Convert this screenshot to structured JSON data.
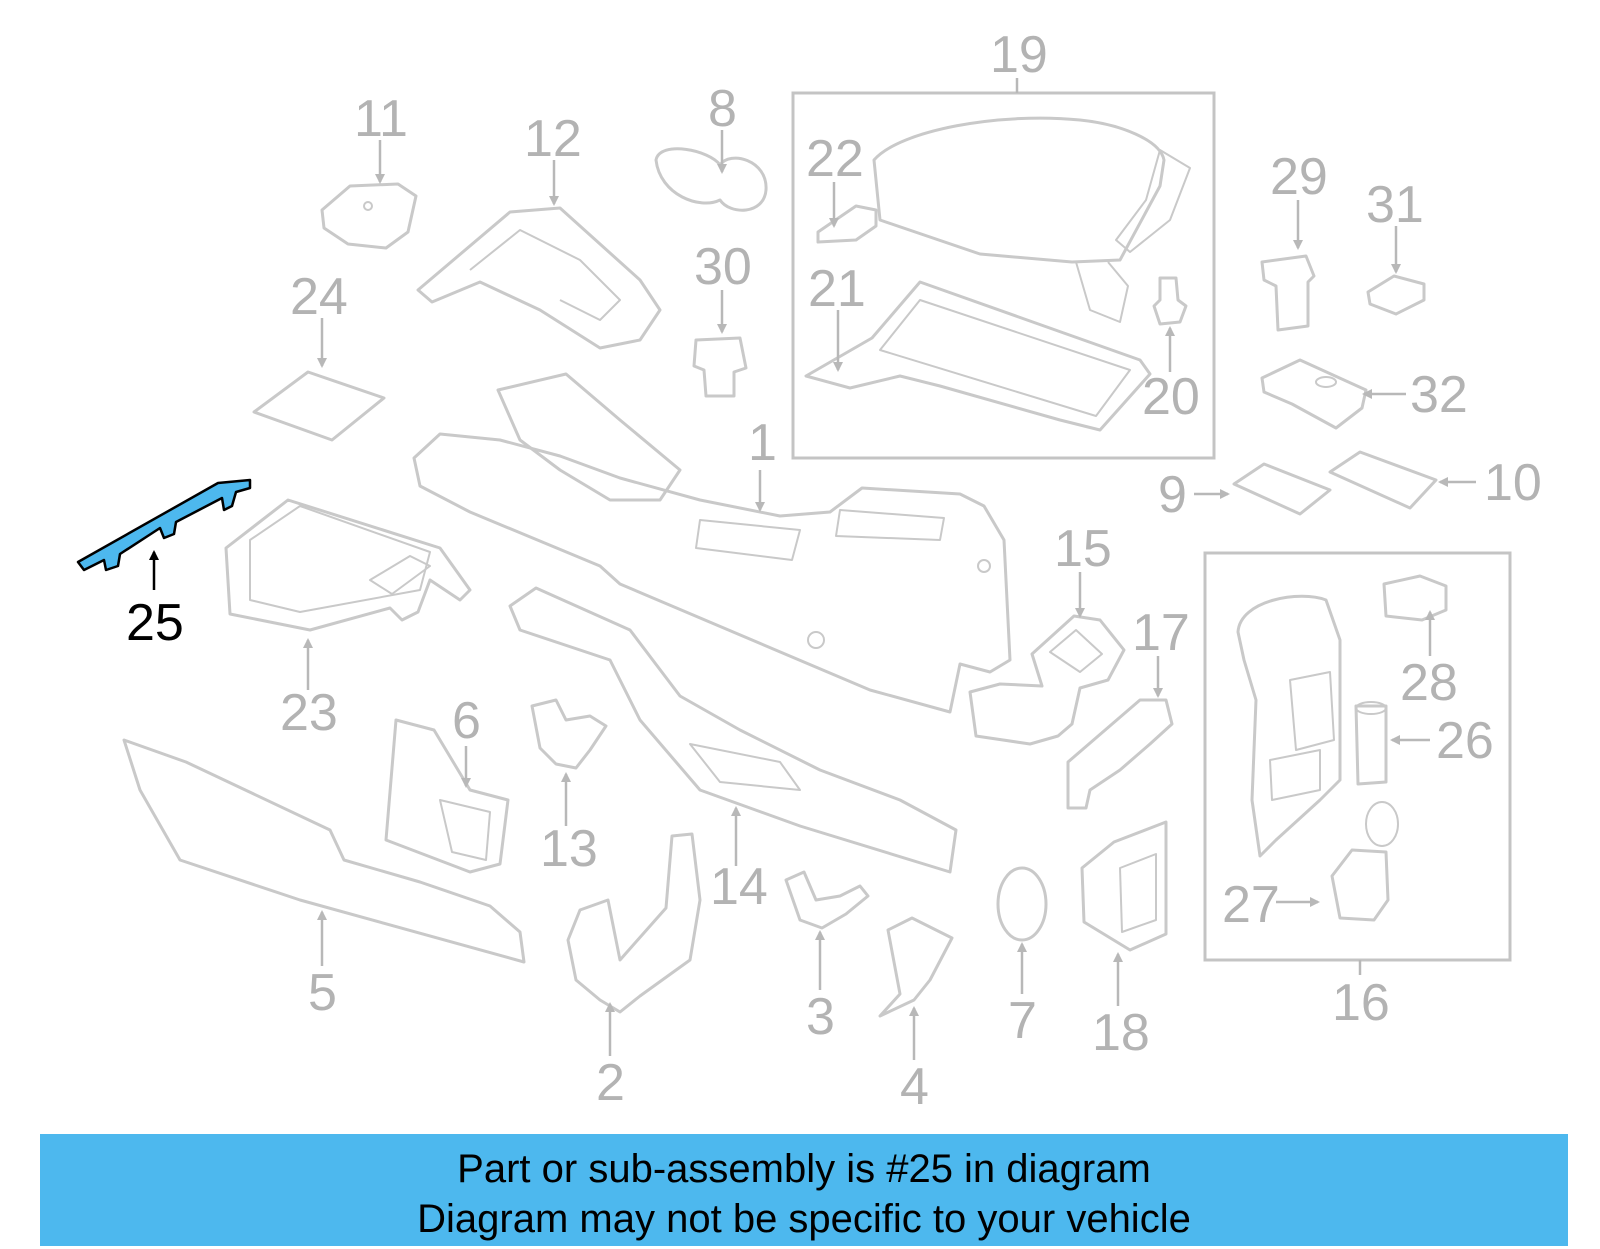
{
  "highlight": {
    "part_number": "25",
    "color": "#4db8ee"
  },
  "labels": {
    "p1": "1",
    "p2": "2",
    "p3": "3",
    "p4": "4",
    "p5": "5",
    "p6": "6",
    "p7": "7",
    "p8": "8",
    "p9": "9",
    "p10": "10",
    "p11": "11",
    "p12": "12",
    "p13": "13",
    "p14": "14",
    "p15": "15",
    "p16": "16",
    "p17": "17",
    "p18": "18",
    "p19": "19",
    "p20": "20",
    "p21": "21",
    "p22": "22",
    "p23": "23",
    "p24": "24",
    "p25": "25",
    "p26": "26",
    "p27": "27",
    "p28": "28",
    "p29": "29",
    "p30": "30",
    "p31": "31",
    "p32": "32"
  },
  "caption": {
    "line1": "Part or sub-assembly is #25 in diagram",
    "line2": "Diagram may not be specific to your vehicle"
  }
}
